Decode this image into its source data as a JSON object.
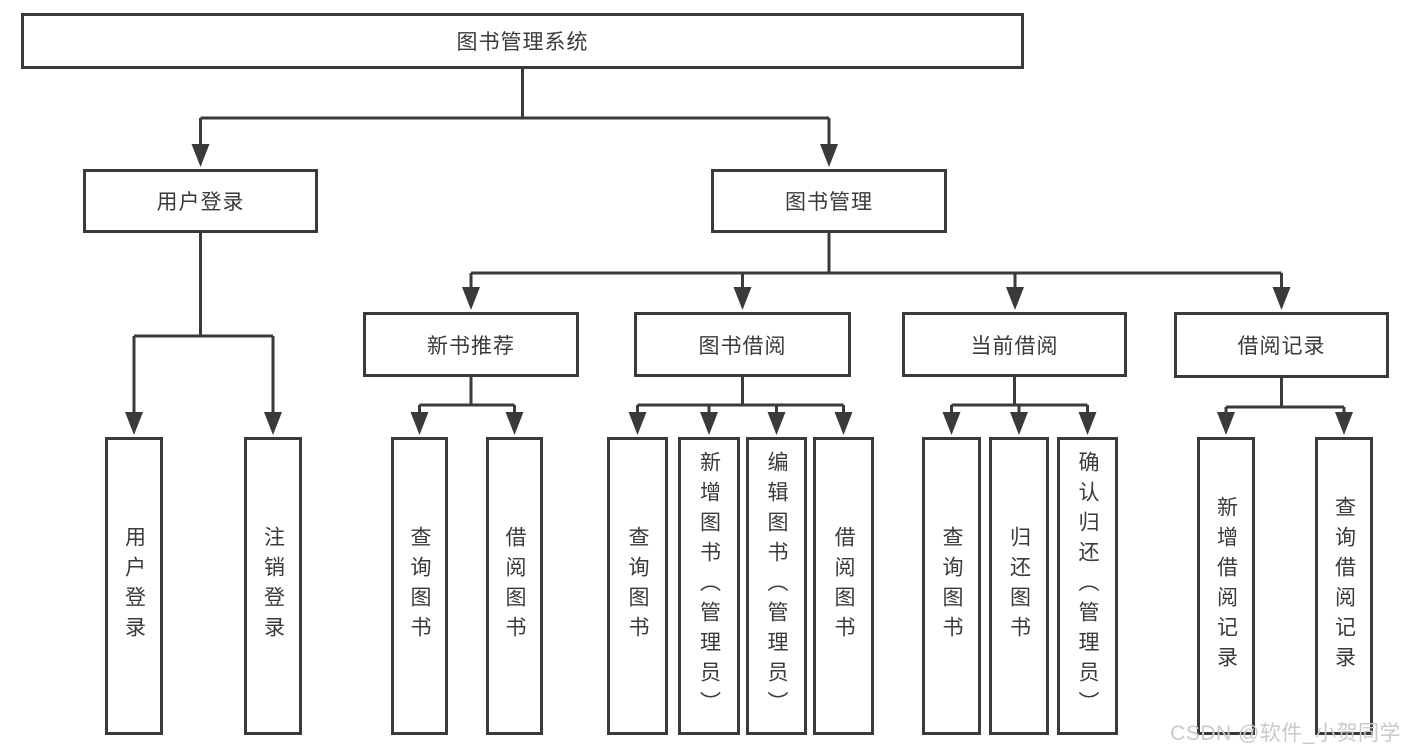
{
  "diagram": {
    "title": "图书管理系统",
    "level2": {
      "user_login": "用户登录",
      "book_mgmt": "图书管理"
    },
    "level3": {
      "new_books": "新书推荐",
      "book_borrow": "图书借阅",
      "current_borrow": "当前借阅",
      "borrow_records": "借阅记录"
    },
    "leaves": {
      "user_login": "用户登录",
      "logout": "注销登录",
      "nb_query": "查询图书",
      "nb_borrow": "借阅图书",
      "bb_query": "查询图书",
      "bb_add": "新增图书（管理员）",
      "bb_edit": "编辑图书（管理员）",
      "bb_borrow": "借阅图书",
      "cb_query": "查询图书",
      "cb_return": "归还图书",
      "cb_confirm": "确认归还（管理员）",
      "br_add": "新增借阅记录",
      "br_query": "查询借阅记录"
    }
  },
  "watermark": "CSDN @软件_小贺同学",
  "colors": {
    "line": "#3a3a3a",
    "box_border": "#3a3a3a",
    "box_fill": "#ffffff",
    "text": "#3a3a3a",
    "watermark": "#c9c9ce",
    "background": "#ffffff"
  }
}
